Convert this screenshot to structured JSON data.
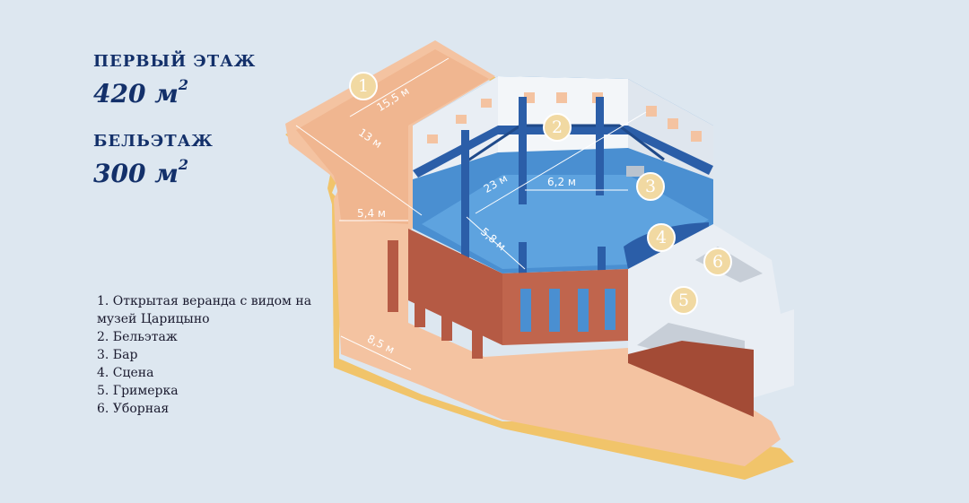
{
  "floors": [
    {
      "title": "ПЕРВЫЙ ЭТАЖ",
      "area_value": "420 м",
      "area_sup": "2"
    },
    {
      "title": "БЕЛЬЭТАЖ",
      "area_value": "300 м",
      "area_sup": "2"
    }
  ],
  "dimensions": {
    "d1": "15,5 м",
    "d2": "13 м",
    "d3": "5,4 м",
    "d4": "23 м",
    "d5": "6,2 м",
    "d6": "5,8 м",
    "d7": "8,5 м"
  },
  "markers": [
    "1",
    "2",
    "3",
    "4",
    "5",
    "6"
  ],
  "legend": [
    "1. Открытая веранда с видом на",
    "музей Царицыно",
    "2. Бельэтаж",
    "3. Бар",
    "4. Сцена",
    "5. Гримерка",
    "6. Уборная"
  ],
  "colors": {
    "background": "#dde7f0",
    "veranda": "#f4c3a1",
    "floor_blue": "#4a8fd1",
    "column_blue": "#2b5ea8",
    "brick": "#b55a44",
    "marker_fill": "#f1d9a2",
    "title_navy": "#13306a"
  }
}
